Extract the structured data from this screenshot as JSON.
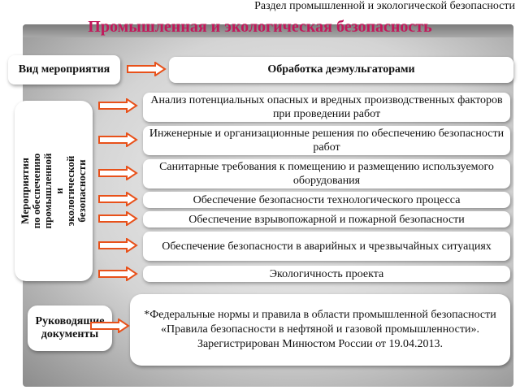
{
  "section_header": "Раздел промышленной и экологической безопасности",
  "title": "Промышленная и экологическая безопасность",
  "event_type_label": "Вид мероприятия",
  "event_type_value": "Обработка деэмульгаторами",
  "measures_label": "Мероприятия по обеспечению промышленной и экологической безопасности",
  "measures": [
    "Анализ потенциальных опасных и вредных производственных факторов при проведении работ",
    "Инженерные и организационные решения по обеспечению безопасности работ",
    "Санитарные требования к помещению и размещению используемого оборудования",
    "Обеспечение безопасности технологического процесса",
    "Обеспечение взрывопожарной и пожарной безопасности",
    "Обеспечение безопасности в аварийных и чрезвычайных ситуациях",
    "Экологичность проекта"
  ],
  "docs_label": "Руководящие документы",
  "docs_text": "*Федеральные нормы и правила в области промышленной безопасности «Правила безопасности в нефтяной и газовой промышленности». Зарегистрирован Минюстом России от 19.04.2013.",
  "colors": {
    "title": "#c2185b",
    "arrow": "#e8511a"
  }
}
